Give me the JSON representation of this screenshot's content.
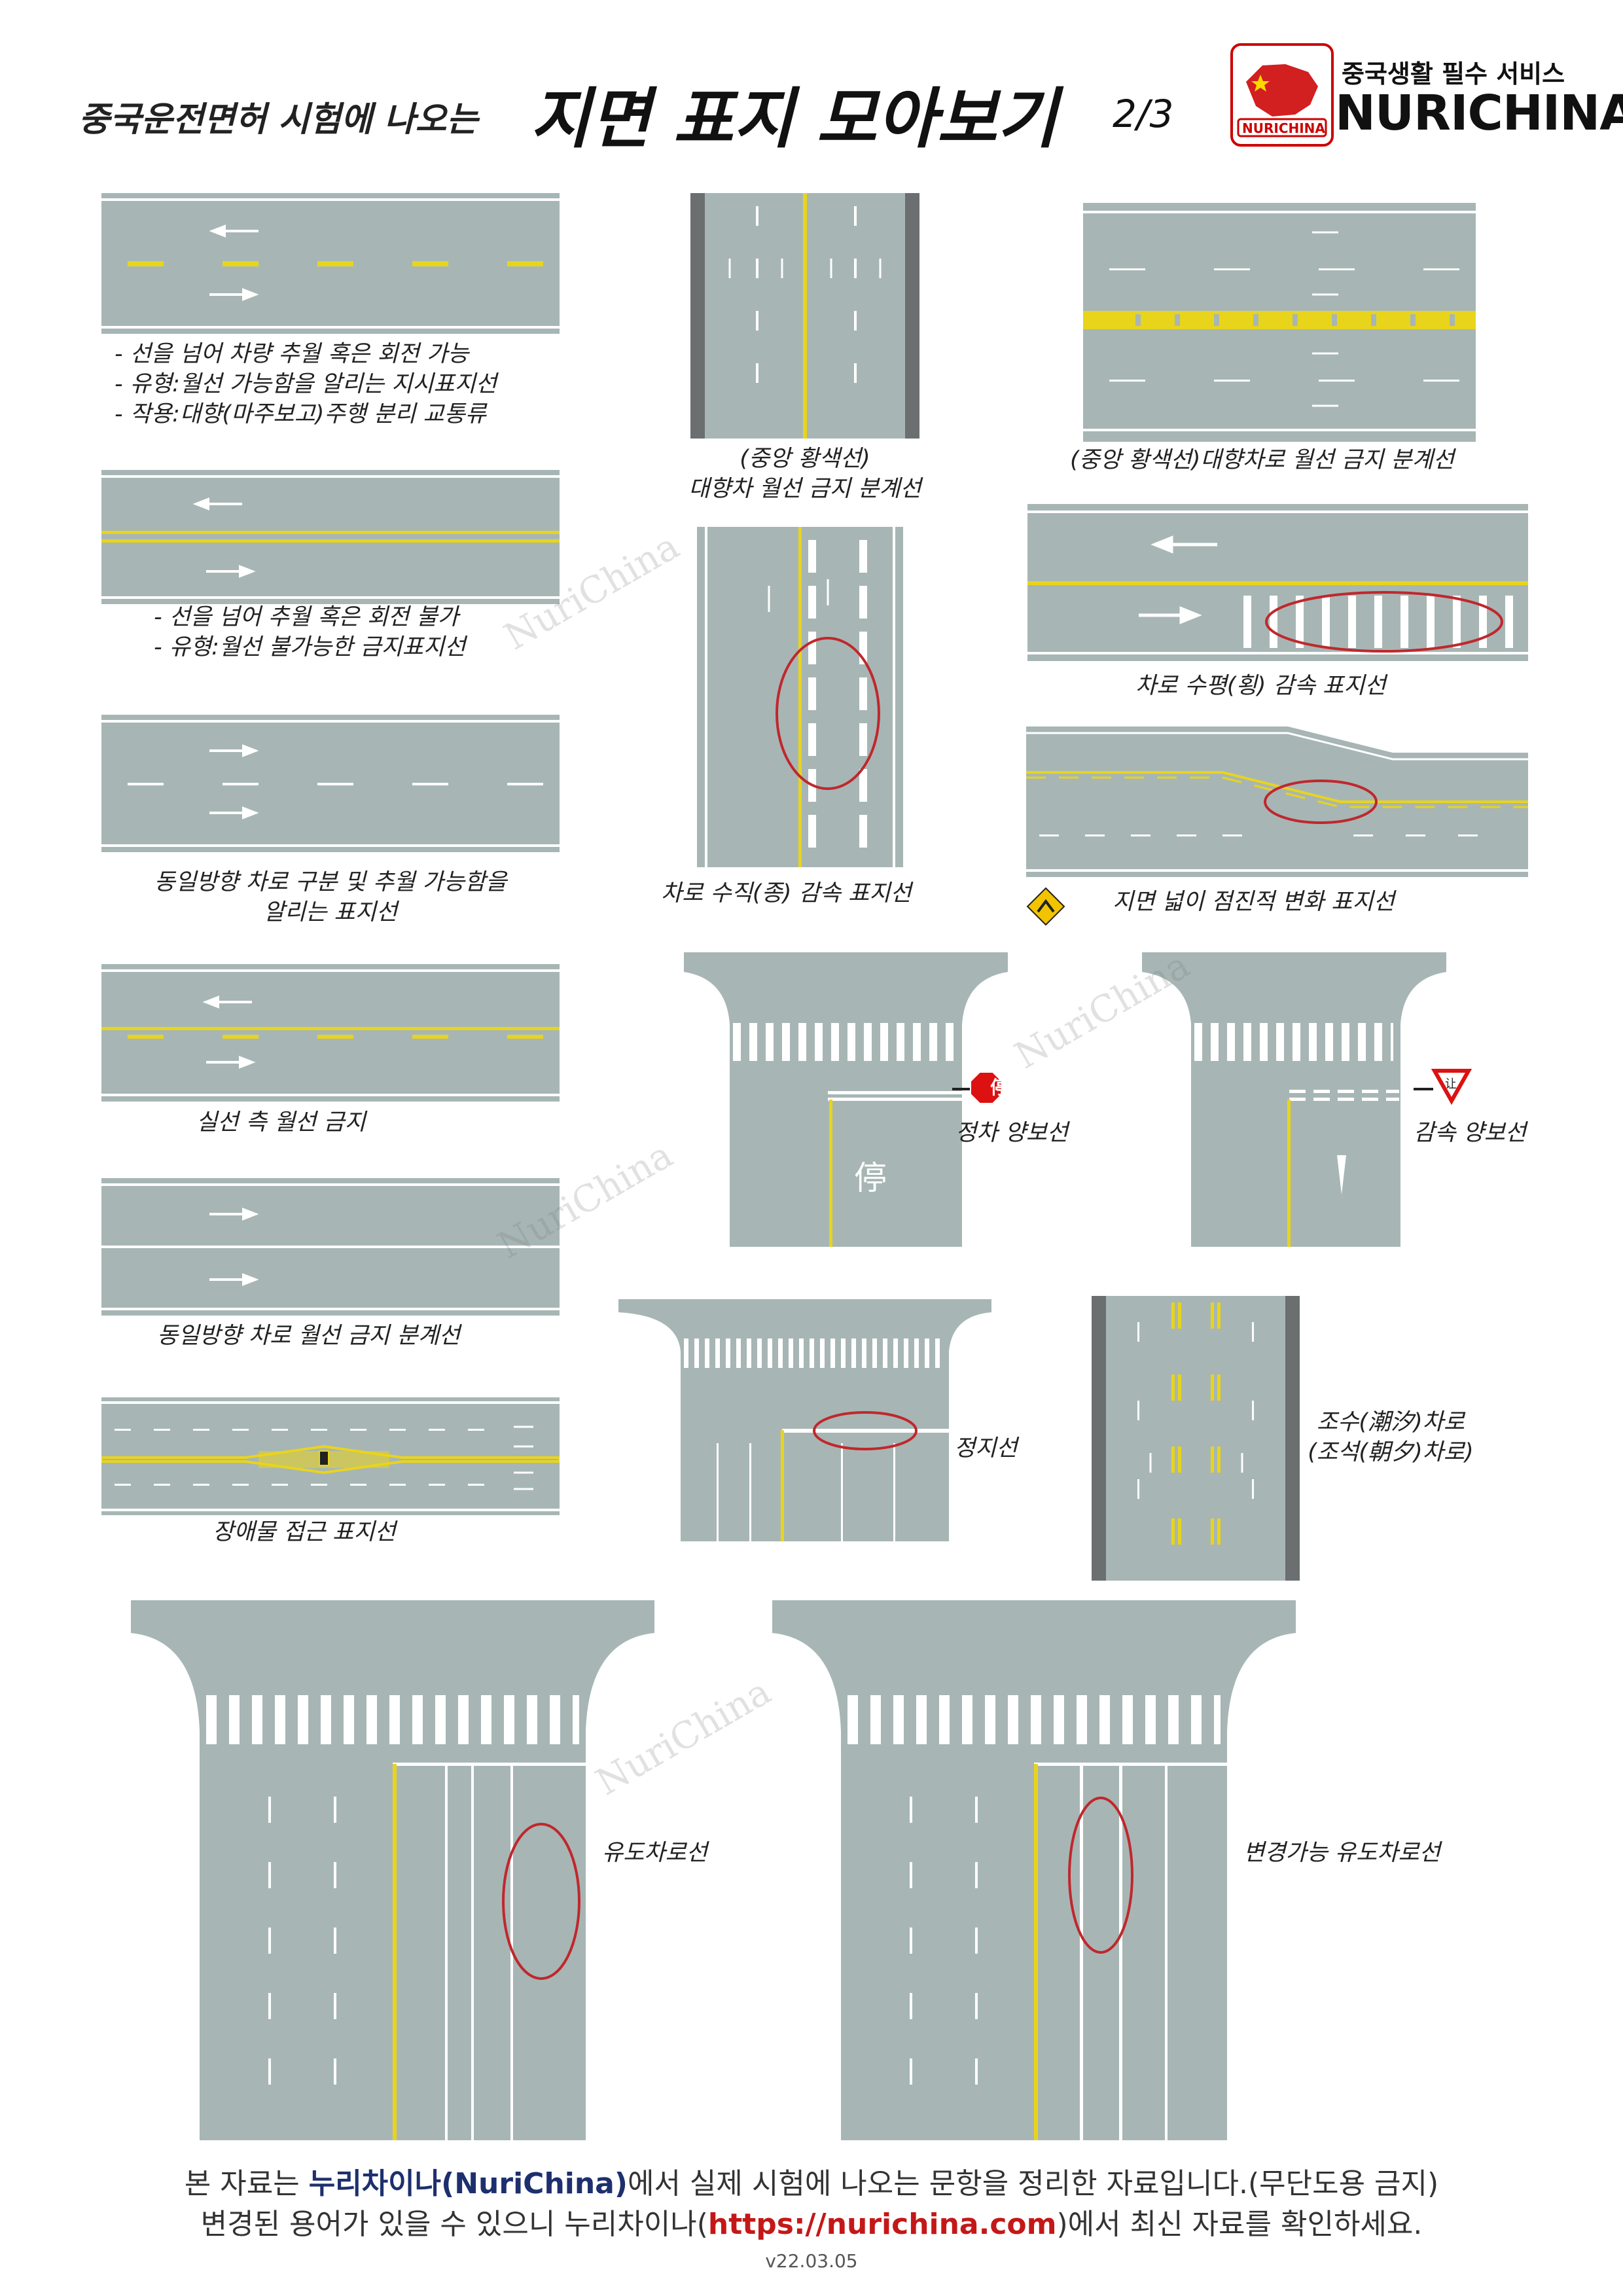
{
  "header": {
    "subtitle": "중국운전면허 시험에 나오는",
    "title": "지면 표지 모아보기",
    "page": "2/3",
    "logo_tagline": "중국생활 필수 서비스",
    "logo_name": "NURICHINA",
    "logo_badge": "NURICHINA"
  },
  "watermark": "NuriChina",
  "captions": {
    "c1_line1": "- 선을 넘어 차량 추월 혹은 회전 가능",
    "c1_line2": "- 유형:월선 가능함을 알리는 지시표지선",
    "c1_line3": "- 작용:대향(마주보고)주행 분리 교통류",
    "c2_line1": "- 선을 넘어 추월 혹은 회전 불가",
    "c2_line2": "- 유형:월선 불가능한 금지표지선",
    "c3_line1": "동일방향 차로 구분 및 추월 가능함을",
    "c3_line2": "알리는 표지선",
    "c4": "실선 측 월선 금지",
    "c5": "동일방향 차로 월선 금지 분계선",
    "c6": "장애물 접근 표지선",
    "m1_line1": "(중앙 황색선)",
    "m1_line2": "대향차 월선 금지 분계선",
    "m2": "차로 수직(종) 감속 표지선",
    "r1": "(중앙 황색선)대향차로 월선 금지 분계선",
    "r2": "차로 수평(횡) 감속 표지선",
    "r3": "지면 넓이 점진적 변화 표지선",
    "stop_yield": "정차 양보선",
    "slow_yield": "감속 양보선",
    "stop_line": "정지선",
    "tidal_line1": "조수(潮汐)차로",
    "tidal_line2": "(조석(朝夕)차로)",
    "guide_lane": "유도차로선",
    "variable_guide_lane": "변경가능 유도차로선"
  },
  "signs": {
    "stop_sign_text": "停",
    "yield_sign_text": "让",
    "stop_road_text": "停"
  },
  "colors": {
    "road": "#a7b6b4",
    "yellow": "#e9d41c",
    "white": "#ffffff",
    "circle": "#c0272d"
  },
  "footer": {
    "line1_pre": "본 자료는 ",
    "line1_brand": "누리차이나(NuriChina)",
    "line1_post": "에서 실제 시험에 나오는 문항을 정리한 자료입니다.(무단도용 금지)",
    "line2_pre": "변경된 용어가 있을 수 있으니 누리차이나(",
    "line2_url": "https://nurichina.com",
    "line2_post": ")에서 최신 자료를 확인하세요.",
    "version": "v22.03.05"
  }
}
